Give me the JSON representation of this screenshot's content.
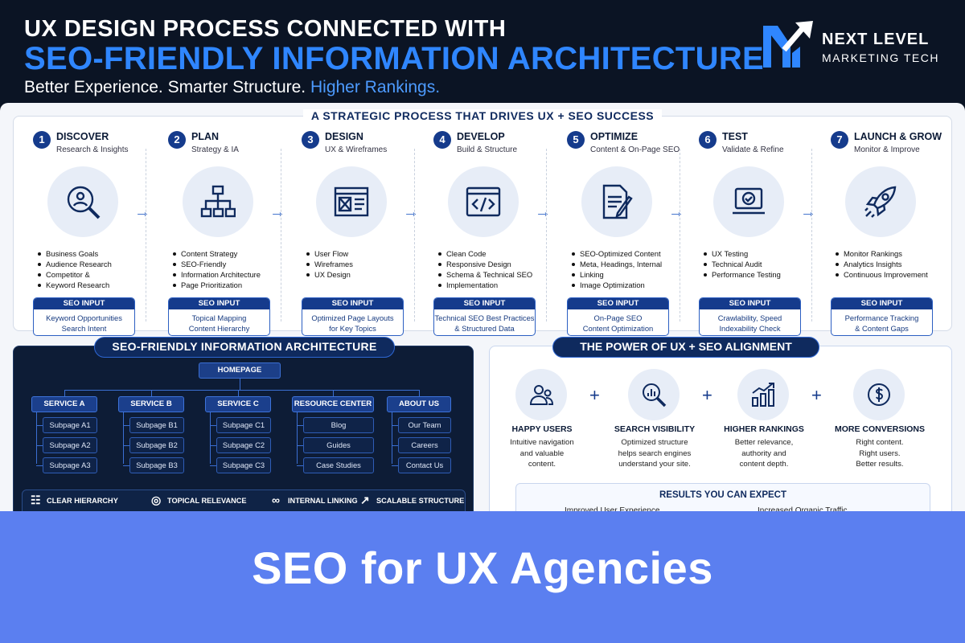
{
  "header": {
    "title_line1": "UX DESIGN PROCESS CONNECTED WITH",
    "title_line2": "SEO-FRIENDLY INFORMATION ARCHITECTURE",
    "tagline_start": "Better Experience. Smarter Structure.",
    "tagline_highlight": "Higher Rankings."
  },
  "brand": {
    "line1": "NEXT LEVEL",
    "line2": "MARKETING TECH"
  },
  "process": {
    "title": "A STRATEGIC PROCESS THAT DRIVES UX + SEO SUCCESS",
    "seo_input_label": "SEO INPUT",
    "steps": [
      {
        "num": "1",
        "name": "DISCOVER",
        "sub": "Research & Insights",
        "icon": "user-search-icon",
        "bullets": [
          "Business Goals",
          "Audience Research",
          "Competitor &",
          "Keyword Research"
        ],
        "seo": [
          "Keyword Opportunities",
          "Search Intent"
        ]
      },
      {
        "num": "2",
        "name": "PLAN",
        "sub": "Strategy & IA",
        "icon": "sitemap-icon",
        "bullets": [
          "Content Strategy",
          "SEO-Friendly",
          "Information Architecture",
          "Page Prioritization"
        ],
        "seo": [
          "Topical Mapping",
          "Content Hierarchy"
        ]
      },
      {
        "num": "3",
        "name": "DESIGN",
        "sub": "UX & Wireframes",
        "icon": "wireframe-icon",
        "bullets": [
          "User Flow",
          "Wireframes",
          "UX Design"
        ],
        "seo": [
          "Optimized Page Layouts",
          "for Key Topics"
        ]
      },
      {
        "num": "4",
        "name": "DEVELOP",
        "sub": "Build & Structure",
        "icon": "code-icon",
        "bullets": [
          "Clean Code",
          "Responsive Design",
          "Schema & Technical SEO",
          "Implementation"
        ],
        "seo": [
          "Technical SEO Best Practices",
          "& Structured Data"
        ]
      },
      {
        "num": "5",
        "name": "OPTIMIZE",
        "sub": "Content & On-Page SEO",
        "icon": "document-edit-icon",
        "bullets": [
          "SEO-Optimized Content",
          "Meta, Headings, Internal",
          "Linking",
          "Image Optimization"
        ],
        "seo": [
          "On-Page SEO",
          "Content Optimization"
        ]
      },
      {
        "num": "6",
        "name": "TEST",
        "sub": "Validate & Refine",
        "icon": "laptop-check-icon",
        "bullets": [
          "UX Testing",
          "Technical Audit",
          "Performance Testing"
        ],
        "seo": [
          "Crawlability, Speed",
          "Indexability Check"
        ]
      },
      {
        "num": "7",
        "name": "LAUNCH & GROW",
        "sub": "Monitor & Improve",
        "icon": "rocket-icon",
        "bullets": [
          "Monitor Rankings",
          "Analytics Insights",
          "Continuous Improvement"
        ],
        "seo": [
          "Performance Tracking",
          "& Content Gaps"
        ]
      }
    ]
  },
  "ia": {
    "title": "SEO-FRIENDLY INFORMATION ARCHITECTURE",
    "root": "HOMEPAGE",
    "categories": [
      {
        "name": "SERVICE A",
        "subs": [
          "Subpage A1",
          "Subpage A2",
          "Subpage A3"
        ]
      },
      {
        "name": "SERVICE B",
        "subs": [
          "Subpage B1",
          "Subpage B2",
          "Subpage B3"
        ]
      },
      {
        "name": "SERVICE C",
        "subs": [
          "Subpage C1",
          "Subpage C2",
          "Subpage C3"
        ]
      },
      {
        "name": "RESOURCE CENTER",
        "subs": [
          "Blog",
          "Guides",
          "Case Studies"
        ]
      },
      {
        "name": "ABOUT US",
        "subs": [
          "Our Team",
          "Careers",
          "Contact Us"
        ]
      }
    ],
    "features": [
      "CLEAR HIERARCHY",
      "TOPICAL RELEVANCE",
      "INTERNAL LINKING",
      "SCALABLE STRUCTURE"
    ]
  },
  "power": {
    "title": "THE POWER OF UX + SEO ALIGNMENT",
    "items": [
      {
        "title": "HAPPY USERS",
        "desc": [
          "Intuitive navigation",
          "and valuable",
          "content."
        ],
        "icon": "users-icon"
      },
      {
        "title": "SEARCH VISIBILITY",
        "desc": [
          "Optimized structure",
          "helps search engines",
          "understand your site."
        ],
        "icon": "search-chart-icon"
      },
      {
        "title": "HIGHER RANKINGS",
        "desc": [
          "Better relevance,",
          "authority and",
          "content depth."
        ],
        "icon": "bar-growth-icon"
      },
      {
        "title": "MORE CONVERSIONS",
        "desc": [
          "Right content.",
          "Right users.",
          "Better results."
        ],
        "icon": "dollar-icon"
      }
    ],
    "results_title": "RESULTS YOU CAN EXPECT",
    "results": [
      "Improved User Experience",
      "Increased Organic Traffic"
    ]
  },
  "banner": {
    "text": "SEO for UX Agencies"
  },
  "colors": {
    "navy": "#0b1424",
    "accent_blue": "#2f86ff",
    "step_blue": "#153b8c",
    "banner": "#5b7ff0"
  }
}
